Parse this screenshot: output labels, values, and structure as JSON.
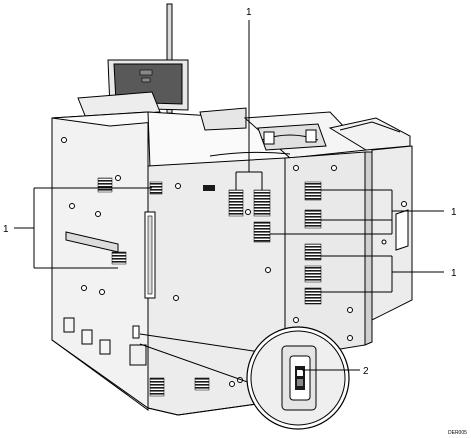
{
  "callouts": {
    "top": "1",
    "left": "1",
    "right_upper": "1",
    "right_lower": "1",
    "magnified": "2"
  },
  "figure_code": "DER005",
  "colors": {
    "line": "#000000",
    "vent": "#1a1a1a",
    "panel_light": "#f2f2f2",
    "panel_mid": "#e4e4e4",
    "panel_dark": "#cfcfcf",
    "monitor": "#595959"
  }
}
